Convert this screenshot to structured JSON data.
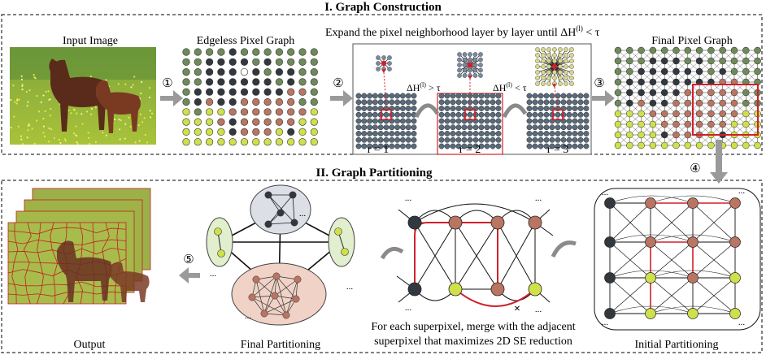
{
  "sections": {
    "construction_title": "I. Graph Construction",
    "partitioning_title": "II. Graph Partitioning"
  },
  "labels": {
    "input_image": "Input Image",
    "edgeless_graph": "Edgeless Pixel Graph",
    "expand_text": "Expand the pixel neighborhood layer by layer until ΔH",
    "expand_sup": "(l)",
    "expand_tail": " < τ",
    "final_pixel_graph": "Final Pixel Graph",
    "output": "Output",
    "final_partitioning": "Final Partitioning",
    "initial_partitioning": "Initial Partitioning",
    "merge_line1": "For each superpixel, merge with the adjacent",
    "merge_line2": "superpixel that maximizes 2D SE reduction"
  },
  "steps": [
    "①",
    "②",
    "③",
    "④",
    "⑤"
  ],
  "layers": [
    "r = 1",
    "r = 2",
    "r = 3"
  ],
  "conditions": {
    "gt": {
      "prefix": "ΔH",
      "sup": "(l)",
      "suffix": " > τ"
    },
    "lt": {
      "prefix": "ΔH",
      "sup": "(l)",
      "suffix": " < τ"
    }
  },
  "ellipsis": "...",
  "colors": {
    "node_dark": "#33383f",
    "node_green": "#6f8a5a",
    "node_yellow": "#cfe04a",
    "node_brown": "#b97562",
    "highlight_red": "#d0202a",
    "arrow_gray": "#9a9a9a",
    "sky_blue": "#4a78c2"
  }
}
